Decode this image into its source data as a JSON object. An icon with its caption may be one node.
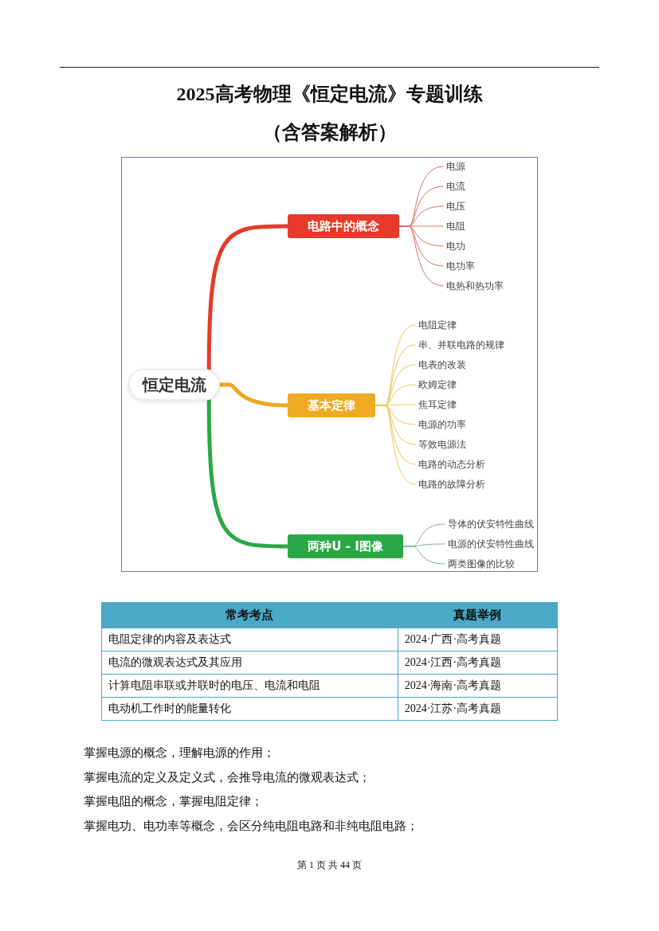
{
  "diagram": {
    "title": "2025高考物理《恒定电流》专题训练",
    "nodes": [
      {
        "text": [
          "恒定电流"
        ]
      },
      {
        "text": [
          "电路中的概念"
        ]
      },
      {
        "text": [
          "基本定律"
        ]
      },
      {
        "text": [
          "两种U - I图像"
        ]
      },
      {
        "text": [
          "电源"
        ]
      },
      {
        "text": [
          "电流"
        ]
      },
      {
        "text": [
          "电压"
        ]
      },
      {
        "text": [
          "电阻"
        ]
      },
      {
        "text": [
          "电功"
        ]
      },
      {
        "text": [
          "电功率"
        ]
      },
      {
        "text": [
          "电热和热功率"
        ]
      },
      {
        "text": [
          "电阻定律"
        ]
      },
      {
        "text": [
          "串、并联电路的规律"
        ]
      },
      {
        "text": [
          "电表的改装"
        ]
      },
      {
        "text": [
          "欧姆定律"
        ]
      },
      {
        "text": [
          "焦耳定律"
        ]
      },
      {
        "text": [
          "电源的功率"
        ]
      },
      {
        "text": [
          "等效电源法"
        ]
      },
      {
        "text": [
          "电路的动态分析"
        ]
      },
      {
        "text": [
          "电路的故障分析"
        ]
      },
      {
        "text": [
          "导体的伏安特性曲线"
        ]
      },
      {
        "text": [
          "电源的伏安特性曲线"
        ]
      },
      {
        "text": [
          "两类图像的比较"
        ]
      }
    ],
    "edges": [
      {
        "from": 0,
        "to": 1,
        "arrow": "none",
        "style": "thick",
        "color": "#e63b2a"
      },
      {
        "from": 0,
        "to": 2,
        "arrow": "none",
        "style": "thick",
        "color": "#eeaa22"
      },
      {
        "from": 0,
        "to": 3,
        "arrow": "none",
        "style": "thick",
        "color": "#2aa845"
      },
      {
        "from": 1,
        "to": 4,
        "arrow": "none",
        "color": "#d9736a"
      },
      {
        "from": 1,
        "to": 5,
        "arrow": "none",
        "color": "#d9736a"
      },
      {
        "from": 1,
        "to": 6,
        "arrow": "none",
        "color": "#d9736a"
      },
      {
        "from": 1,
        "to": 7,
        "arrow": "none",
        "color": "#d9736a"
      },
      {
        "from": 1,
        "to": 8,
        "arrow": "none",
        "color": "#d9736a"
      },
      {
        "from": 1,
        "to": 9,
        "arrow": "none",
        "color": "#d9736a"
      },
      {
        "from": 1,
        "to": 10,
        "arrow": "none",
        "color": "#d9736a"
      },
      {
        "from": 2,
        "to": 11,
        "arrow": "none",
        "color": "#edc35a"
      },
      {
        "from": 2,
        "to": 12,
        "arrow": "none",
        "color": "#edc35a"
      },
      {
        "from": 2,
        "to": 13,
        "arrow": "none",
        "color": "#edc35a"
      },
      {
        "from": 2,
        "to": 14,
        "arrow": "none",
        "color": "#edc35a"
      },
      {
        "from": 2,
        "to": 15,
        "arrow": "none",
        "color": "#edc35a"
      },
      {
        "from": 2,
        "to": 16,
        "arrow": "none",
        "color": "#edc35a"
      },
      {
        "from": 2,
        "to": 17,
        "arrow": "none",
        "color": "#edc35a"
      },
      {
        "from": 2,
        "to": 18,
        "arrow": "none",
        "color": "#edc35a"
      },
      {
        "from": 2,
        "to": 19,
        "arrow": "none",
        "color": "#edc35a"
      },
      {
        "from": 3,
        "to": 20,
        "arrow": "none",
        "color": "#7fb08a"
      },
      {
        "from": 3,
        "to": 21,
        "arrow": "none",
        "color": "#7fb08a"
      },
      {
        "from": 3,
        "to": 22,
        "arrow": "none",
        "color": "#7fb08a"
      }
    ],
    "labels": [
      "（含答案解析）",
      "常考考点",
      "真题举例",
      "电阻定律的内容及表达式",
      "2024·广西·高考真题",
      "电流的微观表达式及其应用",
      "2024·江西·高考真题",
      "计算电阻串联或并联时的电压、电流和电阻",
      "2024·海南·高考真题",
      "电动机工作时的能量转化",
      "2024·江苏·高考真题",
      "掌握电源的概念，理解电源的作用；",
      "掌握电流的定义及定义式，会推导电流的微观表达式；",
      "掌握电阻的概念，掌握电阻定律；",
      "掌握电功、电功率等概念，会区分纯电阻电路和非纯电阻电路；",
      "第 1 页 共 44 页"
    ]
  }
}
